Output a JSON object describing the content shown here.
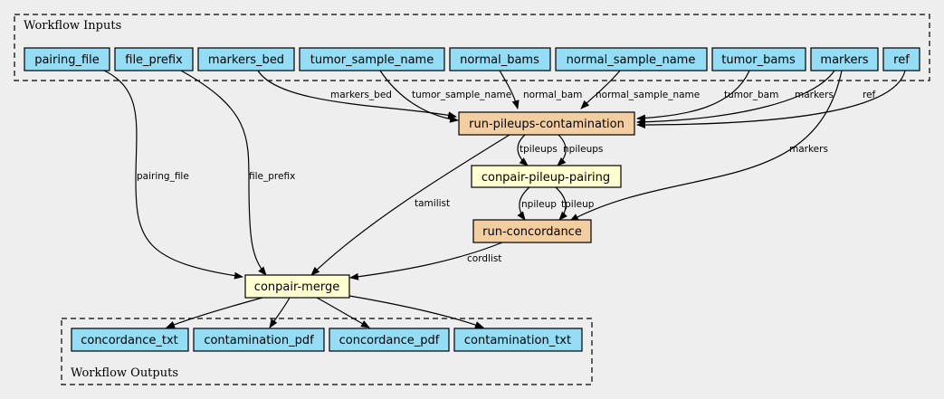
{
  "clusters": {
    "inputs_label": "Workflow Inputs",
    "outputs_label": "Workflow Outputs"
  },
  "inputs": {
    "pairing_file": "pairing_file",
    "file_prefix": "file_prefix",
    "markers_bed": "markers_bed",
    "tumor_sample_name": "tumor_sample_name",
    "normal_bams": "normal_bams",
    "normal_sample_name": "normal_sample_name",
    "tumor_bams": "tumor_bams",
    "markers": "markers",
    "ref": "ref"
  },
  "steps": {
    "run_pileups_contamination": "run-pileups-contamination",
    "conpair_pileup_pairing": "conpair-pileup-pairing",
    "run_concordance": "run-concordance",
    "conpair_merge": "conpair-merge"
  },
  "outputs": {
    "concordance_txt": "concordance_txt",
    "contamination_pdf": "contamination_pdf",
    "concordance_pdf": "concordance_pdf",
    "contamination_txt": "contamination_txt"
  },
  "edge_labels": {
    "markers_bed": "markers_bed",
    "tumor_sample_name": "tumor_sample_name",
    "normal_bam": "normal_bam",
    "normal_sample_name": "normal_sample_name",
    "tumor_bam": "tumor_bam",
    "markers_to_pileups": "markers",
    "ref": "ref",
    "tpileups": "tpileups",
    "npileups": "npileups",
    "markers_to_concordance": "markers",
    "npileup": "npileup",
    "tpileup": "tpileup",
    "pairing_file": "pairing_file",
    "file_prefix": "file_prefix",
    "tamilist": "tamilist",
    "cordlist": "cordlist"
  },
  "colors": {
    "background": "#eeeeee",
    "io_node": "#94ddf4",
    "tool_node": "#f3cea1",
    "subworkflow_node": "#ffffd0"
  },
  "icons": {
    "arrowhead": "arrowhead-icon"
  }
}
